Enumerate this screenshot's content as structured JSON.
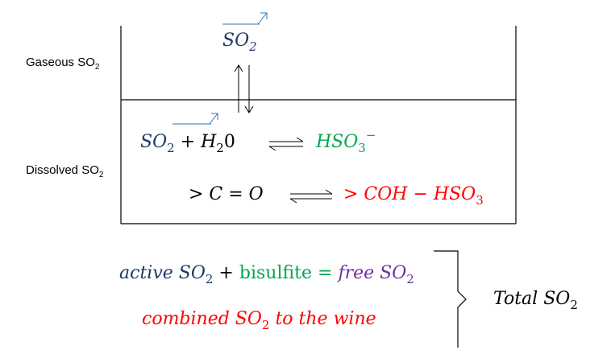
{
  "labels": {
    "gaseous": {
      "text": "Gaseous SO",
      "sub": "2"
    },
    "dissolved": {
      "text": "Dissolved SO",
      "sub": "2"
    }
  },
  "gas_species": {
    "base": "SO",
    "sub": "2"
  },
  "reaction1": {
    "reactant_base": "SO",
    "reactant_sub": "2",
    "plus": "+",
    "water_base": "H",
    "water_sub": "2",
    "water_tail": "0",
    "product_base": "HSO",
    "product_sub": "3",
    "product_sup": "−"
  },
  "reaction2": {
    "reactant": "> C = O",
    "product_base": "> COH − HSO",
    "product_sub": "3"
  },
  "summary": {
    "line1_a": "active SO",
    "line1_a_sub": "2",
    "line1_plus": "+",
    "line1_b": "bisulfite",
    "line1_eq": "=",
    "line1_c": "free SO",
    "line1_c_sub": "2",
    "line2_a": "combined SO",
    "line2_a_sub": "2",
    "line2_b": "to the wine",
    "total": "Total SO",
    "total_sub": "2"
  },
  "colors": {
    "navy": "#1f3a68",
    "green": "#00a651",
    "red": "#ff0000",
    "purple": "#7030a0",
    "black": "#000000",
    "accent_arrow": "#2e75b6"
  }
}
